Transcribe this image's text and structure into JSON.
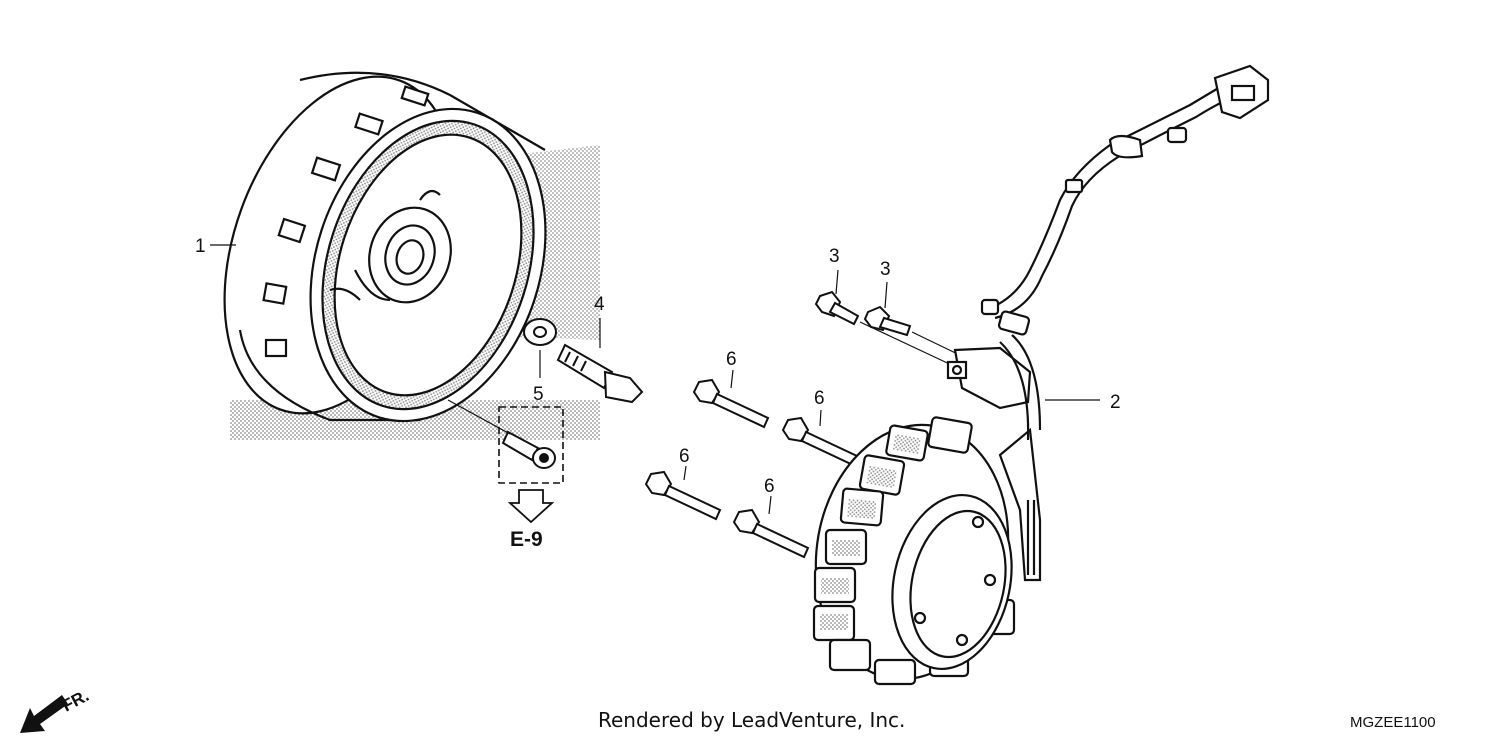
{
  "callouts": {
    "flywheel": "1",
    "stator": "2",
    "bolt_3a": "3",
    "bolt_3b": "3",
    "flange_bolt": "4",
    "washer": "5",
    "bolt_6a": "6",
    "bolt_6b": "6",
    "bolt_6c": "6",
    "bolt_6d": "6"
  },
  "reference": {
    "arrow_label": "E-9"
  },
  "direction": {
    "label": "FR."
  },
  "footer": {
    "credit": "Rendered by LeadVenture, Inc.",
    "diagram_code": "MGZEE1100"
  },
  "colors": {
    "line": "#111111",
    "hatch": "#9a9a9a",
    "background": "#ffffff"
  },
  "icons": {
    "front_arrow": "front-direction-arrow-icon",
    "reference_arrow": "down-arrow-icon"
  }
}
